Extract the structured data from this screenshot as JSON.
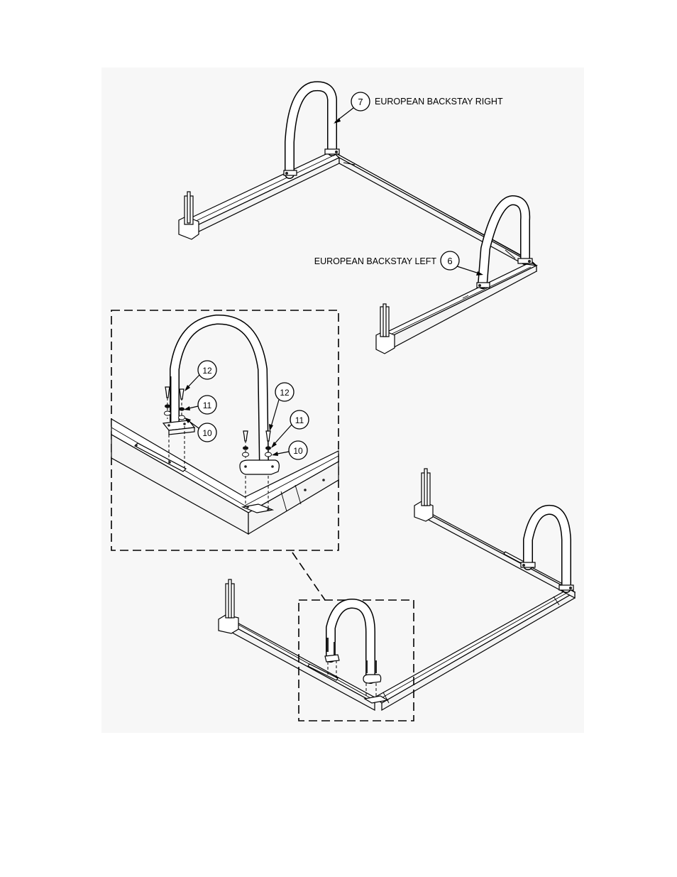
{
  "callouts": [
    {
      "number": "7",
      "label": "EUROPEAN BACKSTAY RIGHT"
    },
    {
      "number": "6",
      "label": "EUROPEAN BACKSTAY LEFT"
    }
  ],
  "detail_callouts": [
    {
      "number": "12"
    },
    {
      "number": "11"
    },
    {
      "number": "10"
    },
    {
      "number": "12"
    },
    {
      "number": "11"
    },
    {
      "number": "10"
    }
  ]
}
